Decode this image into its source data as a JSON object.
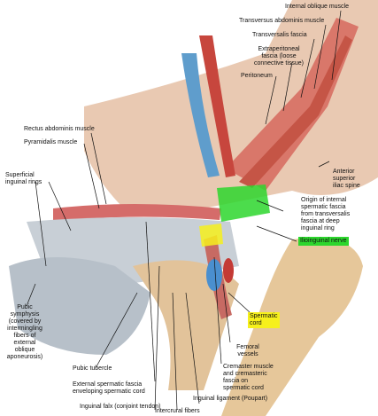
{
  "labels": {
    "internal_oblique": "Internal oblique muscle",
    "transversus": "Transversus abdominis muscle",
    "transversalis": "Transversalis fascia",
    "extraperitoneal": "Extraperitoneal\nfascia (loose\nconnective tissue)",
    "peritoneum": "Peritoneum",
    "rectus": "Rectus abdominis muscle",
    "pyramidalis": "Pyramidalis muscle",
    "superficial_ring": "Superficial\ninguinal rings",
    "asis": "Anterior\nsuperior\niliac spine",
    "origin_internal": "Origin of internal\nspermatic fascia\nfrom transversalis\nfascia at deep\ninguinal ring",
    "ilioinguinal": "Ilioinguinal nerve",
    "pubic_symphysis": "Pubic\nsymphysis\n(covered by\nintermingling\nfibers of\nexternal\noblique\naponeurosis)",
    "spermatic_cord": "Spermatic\ncord",
    "femoral_vessels": "Femoral\nvessels",
    "pubic_tubercle": "Pubic tubercle",
    "cremaster": "Cremaster muscle\nand cremasteric\nfascia on\nspermatic cord",
    "external_spermatic": "External spermatic fascia\nenveloping spermatic cord",
    "inguinal_ligament": "Inguinal ligament (Poupart)",
    "inguinal_falx": "Inguinal falx (conjoint tendon)",
    "intercrural": "Intercrural fibers"
  },
  "colors": {
    "highlight_green": "#2dd62d",
    "highlight_yellow": "#f6f01c"
  }
}
